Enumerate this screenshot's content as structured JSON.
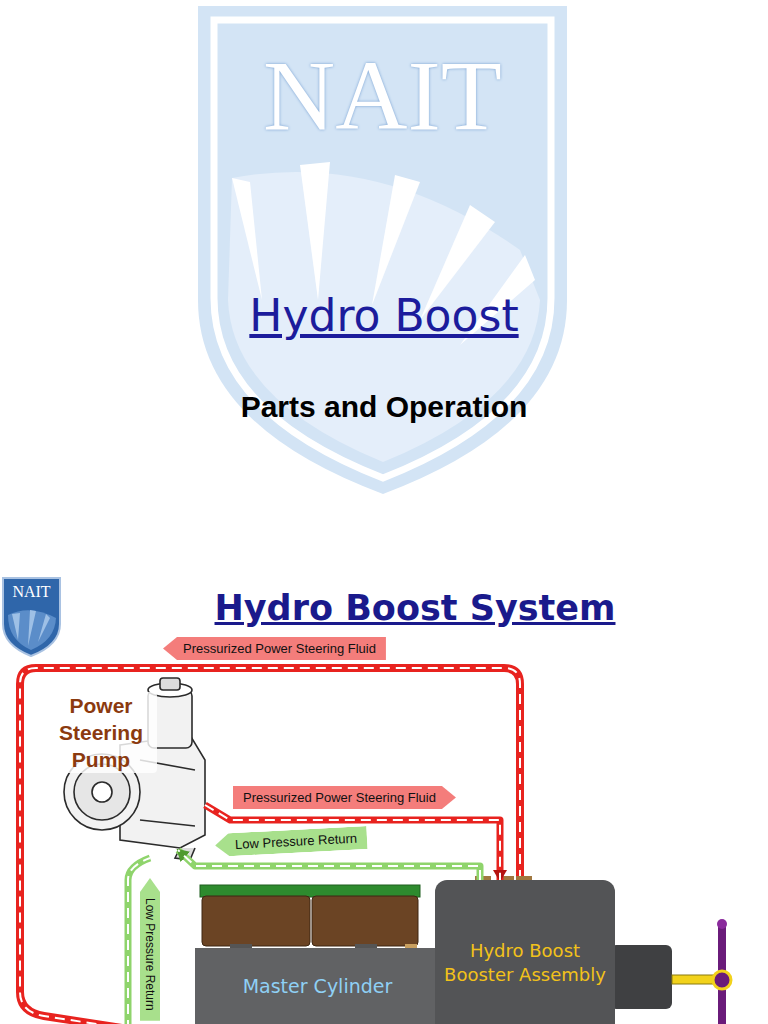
{
  "diagram": {
    "title": "Hydro Boost",
    "nodes": [
      {
        "text": [
          "Power Steering Pump"
        ]
      },
      {
        "text": [
          "Master Cylinder"
        ]
      },
      {
        "text": [
          "Hydro Boost Booster Assembly"
        ]
      }
    ],
    "edges": [
      {
        "from": 0,
        "to": 2,
        "arrow": "to",
        "label": "Pressurized Power Steering Fluid"
      },
      {
        "from": 2,
        "to": 0,
        "arrow": "to",
        "label": "Low Pressure Return"
      }
    ],
    "labels": [
      "NAIT",
      "Parts and Operation",
      "NAIT",
      "Hydro Boost System",
      "Pressurized Power Steering Fluid",
      "Low Pressure Return"
    ]
  }
}
